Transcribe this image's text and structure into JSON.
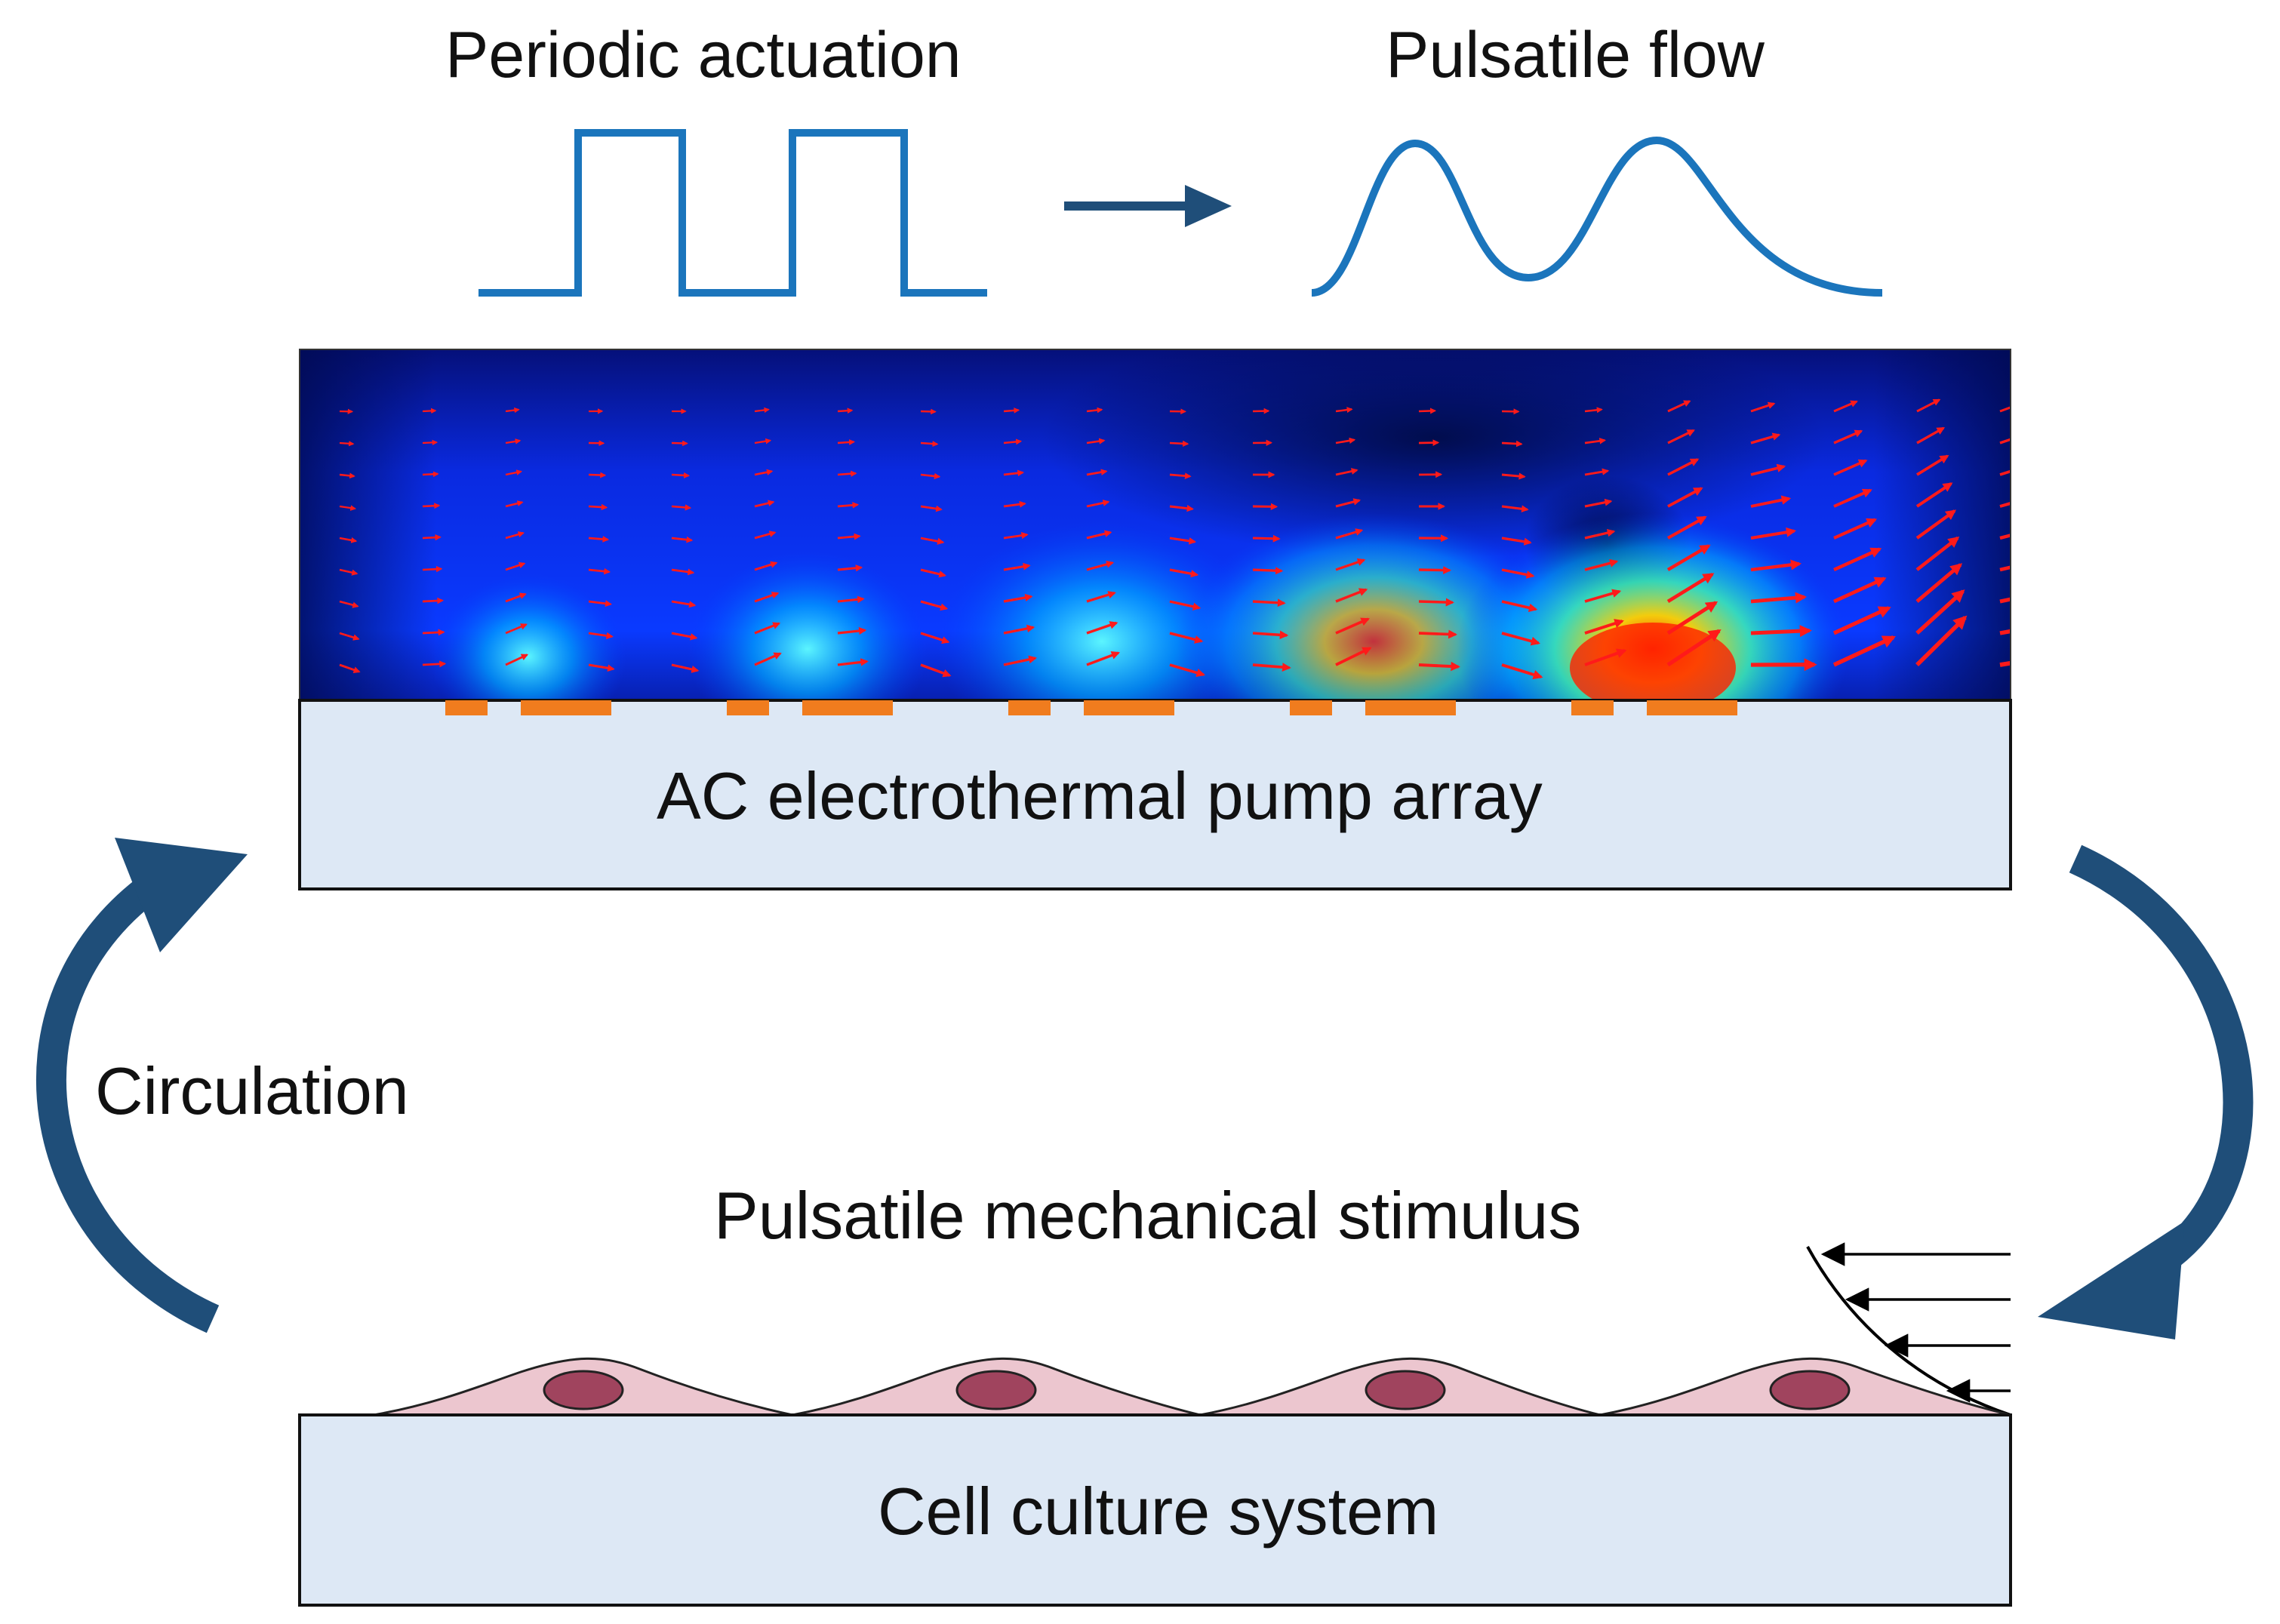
{
  "labels": {
    "periodic_actuation": "Periodic actuation",
    "pulsatile_flow": "Pulsatile flow",
    "pump_array": "AC electrothermal pump array",
    "circulation": "Circulation",
    "mechanical_stimulus": "Pulsatile mechanical stimulus",
    "cell_culture": "Cell culture system"
  },
  "colors": {
    "waveform": "#1b75bc",
    "arrow_dark": "#1f4e79",
    "box_fill": "#dde8f5",
    "electrode": "#f07c1e",
    "vector_arrow": "#ff1a1a",
    "cell_fill": "#ecc6cf",
    "nucleus_fill": "#a0445e"
  },
  "icons": {
    "square_wave": "square-wave-icon",
    "sine_wave": "pulsatile-wave-icon",
    "flow_arrow": "right-arrow-icon",
    "circulation_arrow": "curved-arrow-icon"
  }
}
